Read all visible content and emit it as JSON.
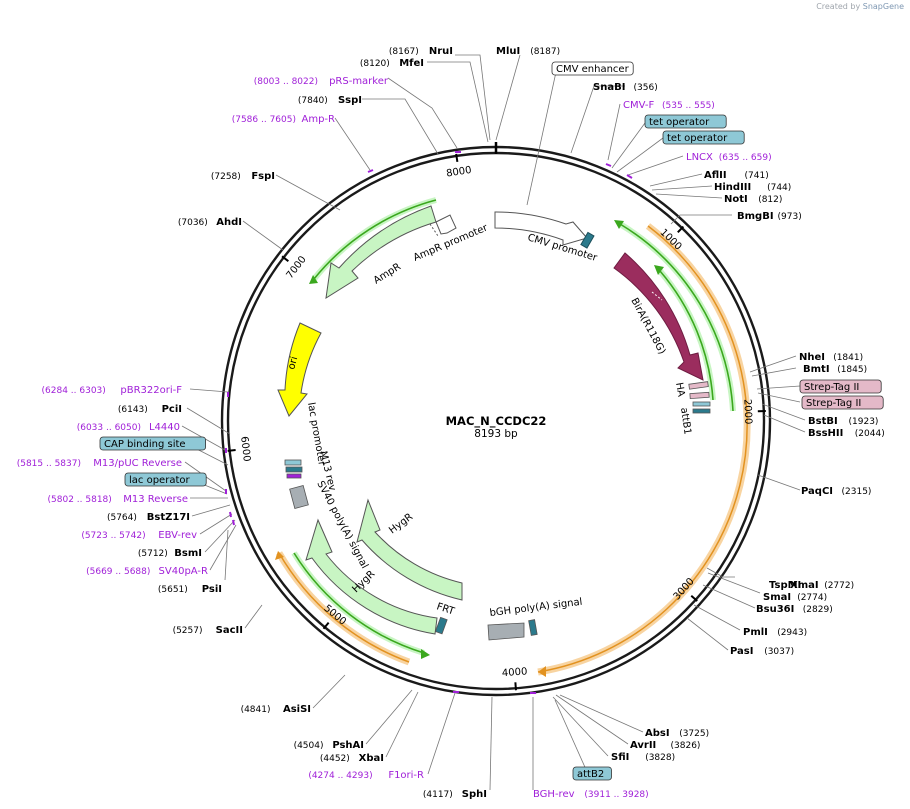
{
  "brand": {
    "prefix": "Created by",
    "name": "SnapGene"
  },
  "plasmid": {
    "name": "MAC_N_CCDC22",
    "size_label": "8193 bp",
    "length": 8193
  },
  "ruler": [
    {
      "pos": 1000,
      "label": "1000"
    },
    {
      "pos": 2000,
      "label": "2000"
    },
    {
      "pos": 3000,
      "label": "3000"
    },
    {
      "pos": 4000,
      "label": "4000"
    },
    {
      "pos": 5000,
      "label": "5000"
    },
    {
      "pos": 6000,
      "label": "6000"
    },
    {
      "pos": 7000,
      "label": "7000"
    },
    {
      "pos": 8000,
      "label": "8000"
    }
  ],
  "sites": [
    {
      "name": "NruI",
      "pos_label": "(8167)",
      "pos": 8167
    },
    {
      "name": "MluI",
      "pos_label": "(8187)",
      "pos": 8187
    },
    {
      "name": "MfeI",
      "pos_label": "(8120)",
      "pos": 8120
    },
    {
      "name": "SnaBI",
      "pos_label": "(356)",
      "pos": 356
    },
    {
      "name": "SspI",
      "pos_label": "(7840)",
      "pos": 7840
    },
    {
      "name": "AflII",
      "pos_label": "(741)",
      "pos": 741
    },
    {
      "name": "HindIII",
      "pos_label": "(744)",
      "pos": 744
    },
    {
      "name": "NotI",
      "pos_label": "(812)",
      "pos": 812
    },
    {
      "name": "BmgBI",
      "pos_label": "(973)",
      "pos": 973
    },
    {
      "name": "FspI",
      "pos_label": "(7258)",
      "pos": 7258
    },
    {
      "name": "AhdI",
      "pos_label": "(7036)",
      "pos": 7036
    },
    {
      "name": "NheI",
      "pos_label": "(1841)",
      "pos": 1841
    },
    {
      "name": "BmtI",
      "pos_label": "(1845)",
      "pos": 1845
    },
    {
      "name": "BstBI",
      "pos_label": "(1923)",
      "pos": 1923
    },
    {
      "name": "BssHII",
      "pos_label": "(2044)",
      "pos": 2044
    },
    {
      "name": "PaqCI",
      "pos_label": "(2315)",
      "pos": 2315
    },
    {
      "name": "PciI",
      "pos_label": "(6143)",
      "pos": 6143
    },
    {
      "name": "BstZ17I",
      "pos_label": "(5764)",
      "pos": 5764
    },
    {
      "name": "BsmI",
      "pos_label": "(5712)",
      "pos": 5712
    },
    {
      "name": "PsiI",
      "pos_label": "(5651)",
      "pos": 5651
    },
    {
      "name": "TspMI",
      "pos_label": "",
      "pos": 2772
    },
    {
      "name": "XmaI",
      "pos_label": "(2772)",
      "pos": 2772
    },
    {
      "name": "SmaI",
      "pos_label": "(2774)",
      "pos": 2774
    },
    {
      "name": "Bsu36I",
      "pos_label": "(2829)",
      "pos": 2829
    },
    {
      "name": "PmlI",
      "pos_label": "(2943)",
      "pos": 2943
    },
    {
      "name": "PasI",
      "pos_label": "(3037)",
      "pos": 3037
    },
    {
      "name": "SacII",
      "pos_label": "(5257)",
      "pos": 5257
    },
    {
      "name": "AsiSI",
      "pos_label": "(4841)",
      "pos": 4841
    },
    {
      "name": "AbsI",
      "pos_label": "(3725)",
      "pos": 3725
    },
    {
      "name": "AvrII",
      "pos_label": "(3826)",
      "pos": 3826
    },
    {
      "name": "SfiI",
      "pos_label": "(3828)",
      "pos": 3828
    },
    {
      "name": "PshAI",
      "pos_label": "(4504)",
      "pos": 4504
    },
    {
      "name": "XbaI",
      "pos_label": "(4452)",
      "pos": 4452
    },
    {
      "name": "SphI",
      "pos_label": "(4117)",
      "pos": 4117
    }
  ],
  "primers": [
    {
      "name": "pRS-marker",
      "range": "(8003 .. 8022)"
    },
    {
      "name": "Amp-R",
      "range": "(7586 .. 7605)"
    },
    {
      "name": "CMV-F",
      "range": "(535 .. 555)"
    },
    {
      "name": "LNCX",
      "range": "(635 .. 659)"
    },
    {
      "name": "pBR322ori-F",
      "range": "(6284 .. 6303)"
    },
    {
      "name": "L4440",
      "range": "(6033 .. 6050)"
    },
    {
      "name": "M13/pUC Reverse",
      "range": "(5815 .. 5837)"
    },
    {
      "name": "M13 Reverse",
      "range": "(5802 .. 5818)"
    },
    {
      "name": "EBV-rev",
      "range": "(5723 .. 5742)"
    },
    {
      "name": "SV40pA-R",
      "range": "(5669 .. 5688)"
    },
    {
      "name": "F1ori-R",
      "range": "(4274 .. 4293)"
    },
    {
      "name": "BGH-rev",
      "range": "(3911 .. 3928)"
    }
  ],
  "boxed_labels": [
    {
      "text": "CMV enhancer",
      "kind": "white"
    },
    {
      "text": "tet operator",
      "kind": "teal"
    },
    {
      "text": "tet operator",
      "kind": "teal"
    },
    {
      "text": "Strep-Tag II",
      "kind": "pink"
    },
    {
      "text": "Strep-Tag II",
      "kind": "pink"
    },
    {
      "text": "CAP binding site",
      "kind": "teal"
    },
    {
      "text": "lac operator",
      "kind": "teal"
    },
    {
      "text": "attB2",
      "kind": "teal"
    }
  ],
  "feature_labels": {
    "cmv_promoter": "CMV promoter",
    "birA": "BirA(R118G)",
    "ha": "HA",
    "attb1": "attB1",
    "ampr": "AmpR",
    "ampr_promoter": "AmpR promoter",
    "ori": "ori",
    "lac_promoter": "lac promoter",
    "m13_rev": "M13 rev",
    "sv40": "SV40 poly(A) signal",
    "hygr_1": "HygR",
    "hygr_2": "HygR",
    "frt": "FRT",
    "bgh": "bGH poly(A) signal"
  },
  "colors": {
    "backbone": "#1a1a1a",
    "green_arrow": "#c8f5c3",
    "green_line": "#3ba81e",
    "orange_arc": "#f3ae47",
    "birA": "#9b2d5e",
    "teal_box": "#8ec8d6",
    "pink_box": "#e4b9c8",
    "primer": "#a020d8",
    "grey_feature": "#a7aeb3",
    "ori": "#ffff00"
  }
}
